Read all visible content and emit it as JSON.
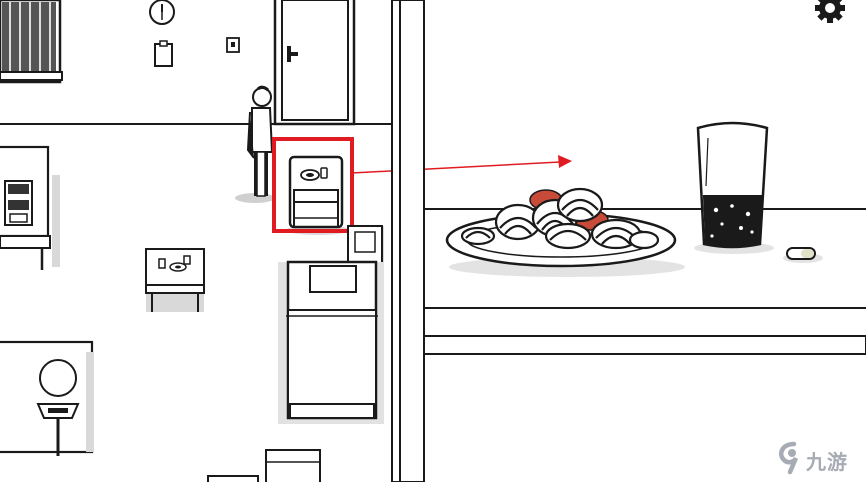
{
  "game": {
    "room_view": {
      "highlighted_object": "nightstand",
      "highlight_color": "#e11b22"
    },
    "closeup_view": {
      "items": [
        "plate-of-spaghetti",
        "glass-of-cola",
        "pill"
      ]
    },
    "hud": {
      "settings_icon": "gear-icon"
    }
  },
  "watermark": {
    "text": "九游",
    "icon": "nine-games-logo"
  },
  "colors": {
    "line": "#1a1a1a",
    "highlight": "#e11b22",
    "meatball": "#c84b3a",
    "floor_shadow": "#d9d9d9"
  }
}
